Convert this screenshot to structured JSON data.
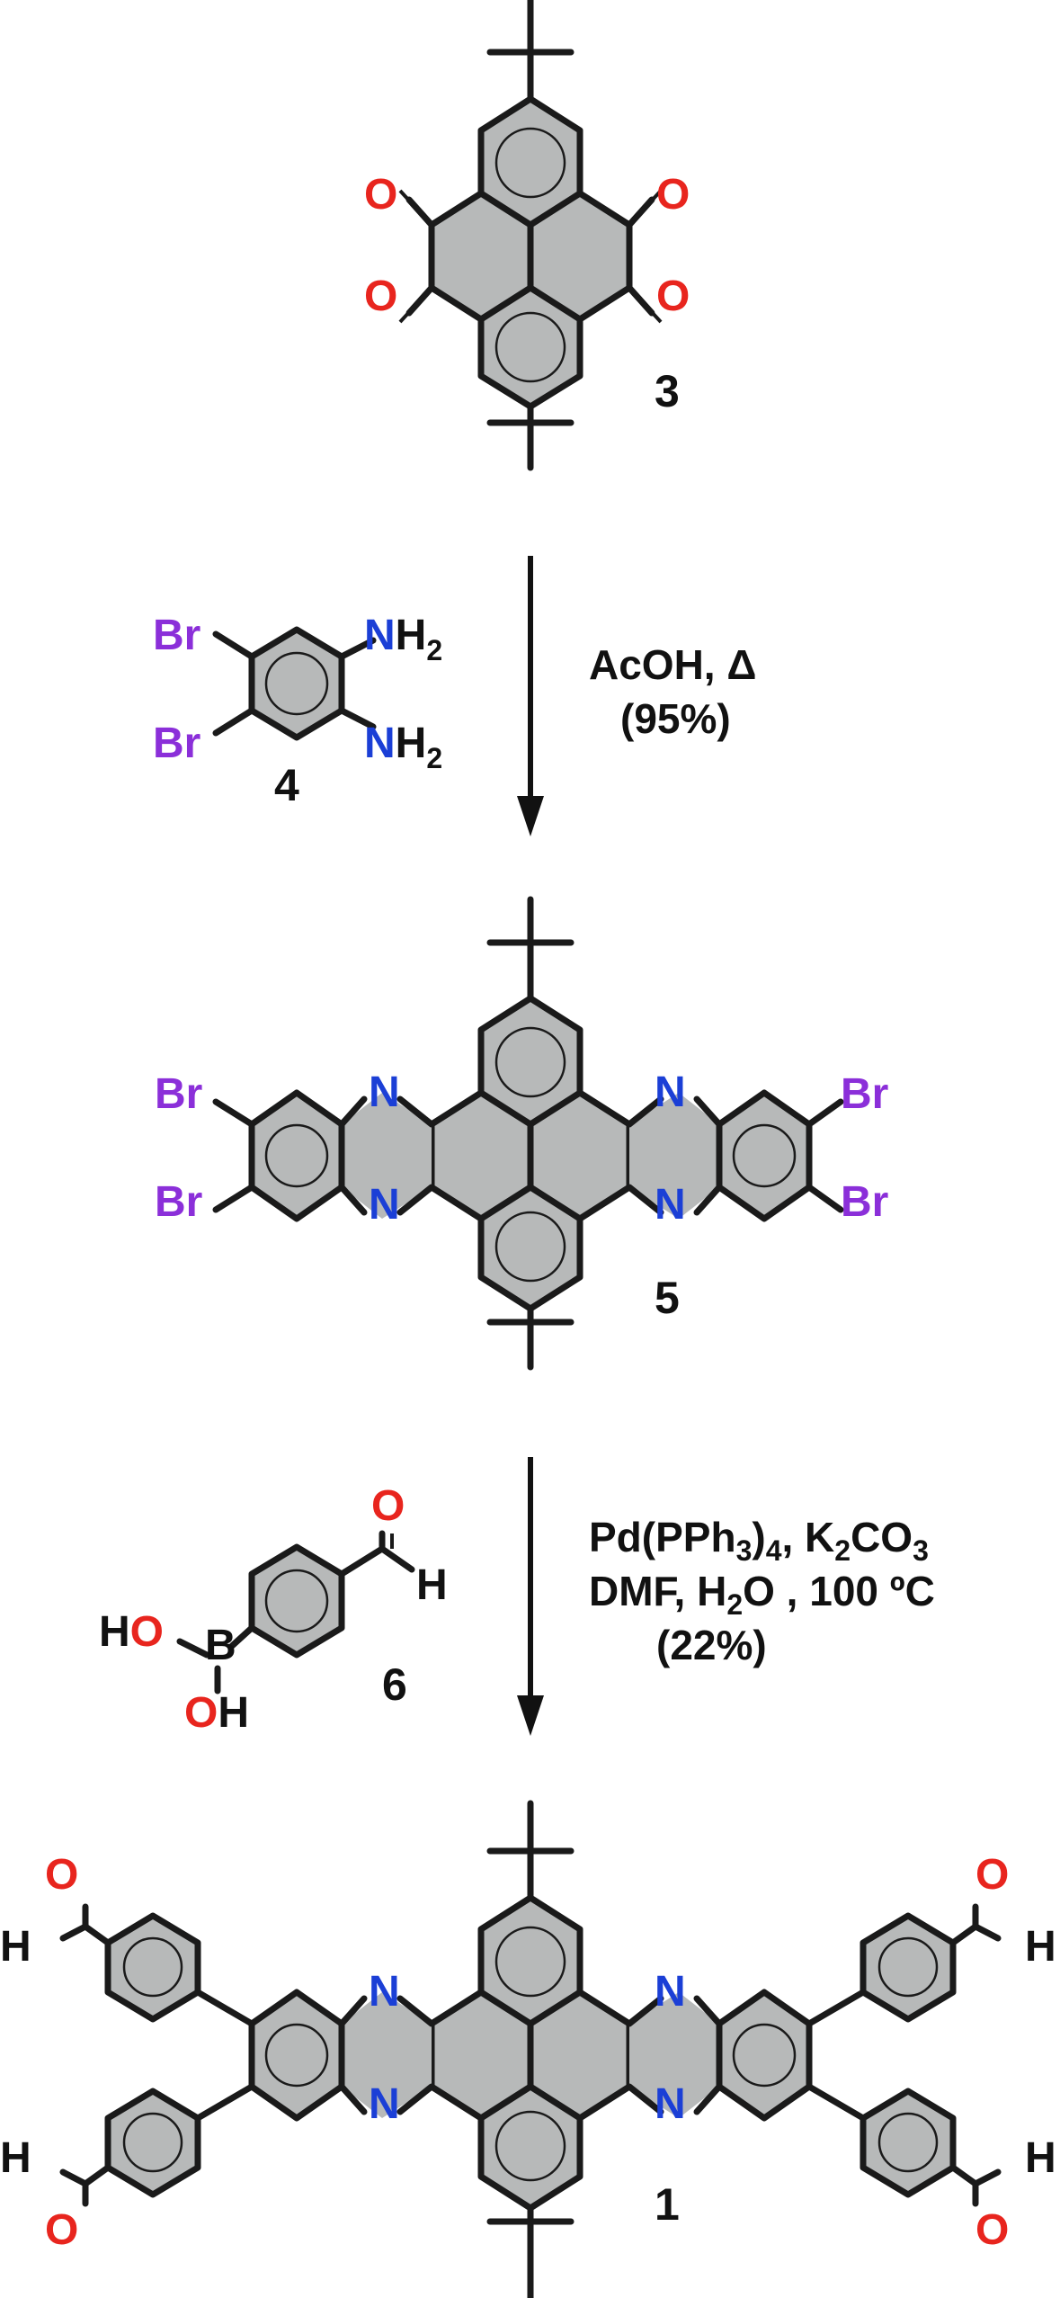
{
  "colors": {
    "oxygen": "#e8251e",
    "nitrogen": "#1b3fd6",
    "bromine": "#8b2fd9",
    "ring_fill": "#b7b9b9",
    "bond": "#1a1a1a"
  },
  "atoms": {
    "O": "O",
    "N": "N",
    "Br": "Br",
    "H": "H",
    "B": "B",
    "HO": "HO",
    "OH_O": "O",
    "OH_H": "H"
  },
  "compounds": {
    "c3": "3",
    "c4": "4",
    "c5": "5",
    "c6": "6",
    "c1": "1"
  },
  "nh2": {
    "N": "N",
    "H": "H",
    "sub": "2"
  },
  "step1": {
    "line1": "AcOH, Δ",
    "line2": "(95%)"
  },
  "step2": {
    "line1_a": "Pd(PPh",
    "line1_s1": "3",
    "line1_b": ")",
    "line1_s2": "4",
    "line1_c": ", K",
    "line1_s3": "2",
    "line1_d": "CO",
    "line1_s4": "3",
    "line2_a": "DMF, H",
    "line2_s1": "2",
    "line2_b": "O , 100 ºC",
    "line3": "(22%)"
  }
}
